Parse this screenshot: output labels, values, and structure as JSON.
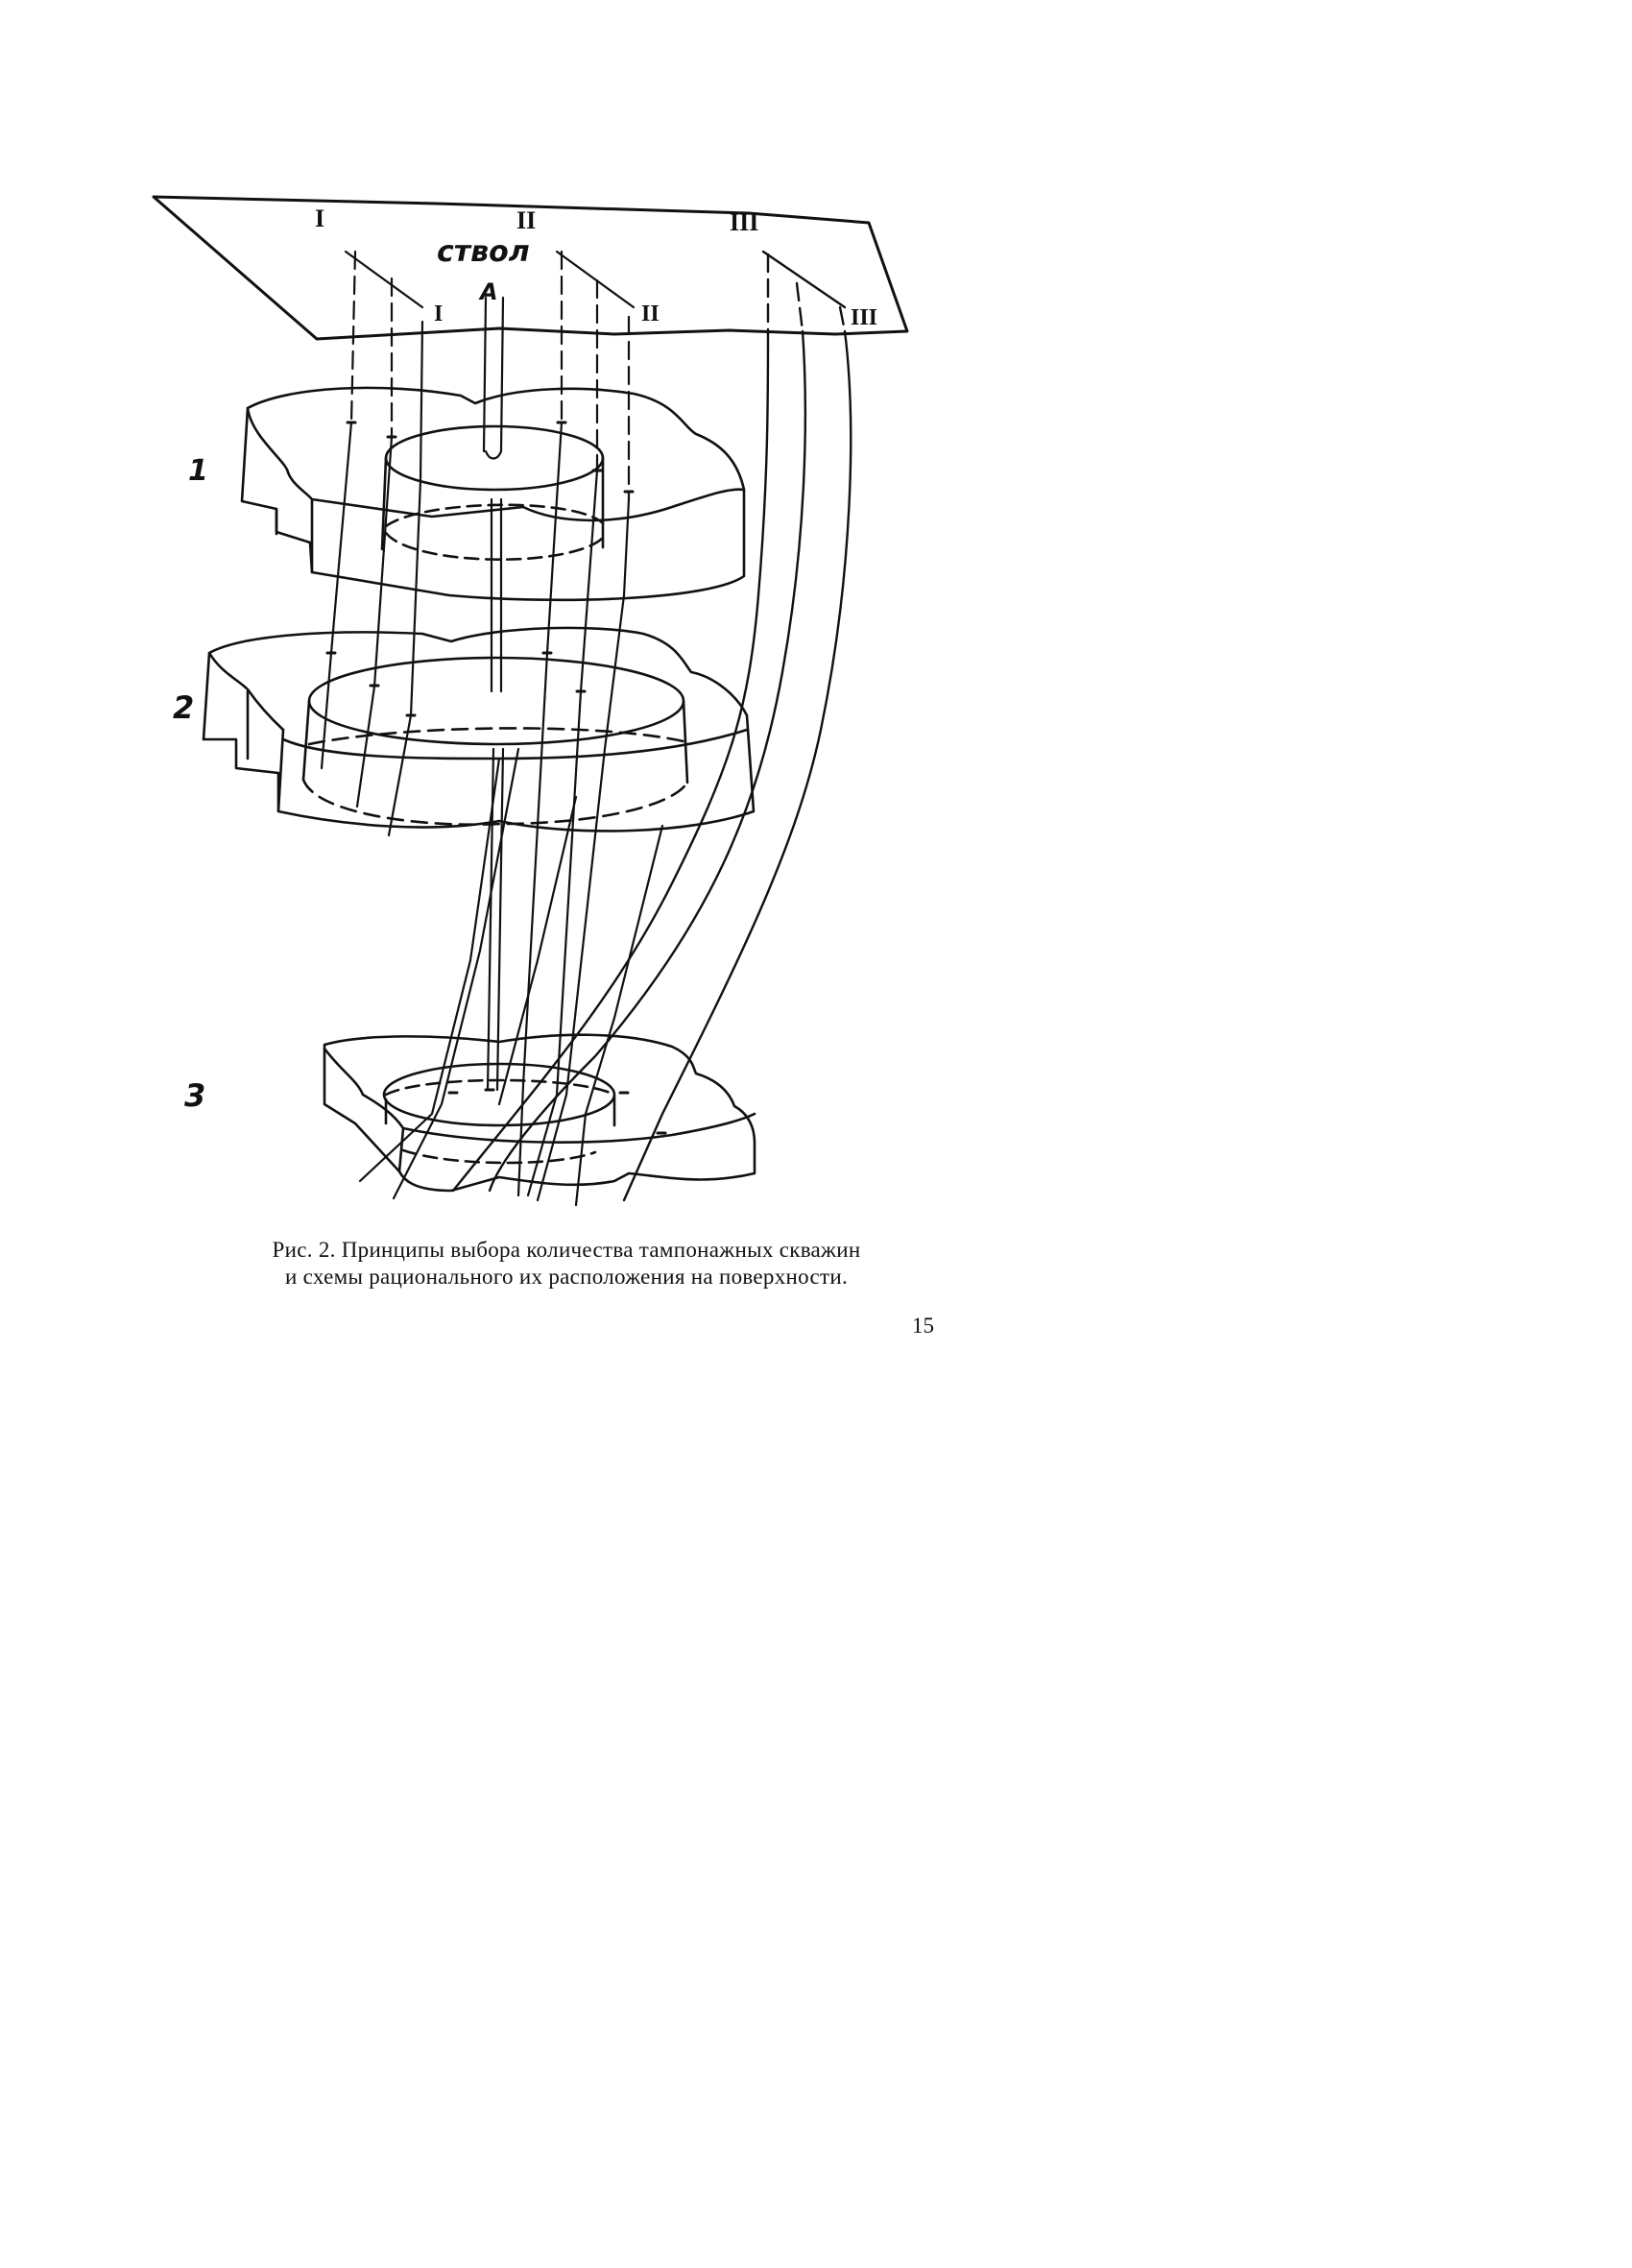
{
  "diagram": {
    "surface_labels": {
      "well_group_1": "I",
      "well_group_2": "II",
      "well_group_3": "III",
      "well_group_1_mark": "I",
      "well_group_2_mark": "II",
      "well_group_3_mark": "III",
      "shaft": "ствол",
      "shaft_marker": "A"
    },
    "layer_labels": [
      "1",
      "2",
      "3"
    ]
  },
  "caption": {
    "line1": "Рис. 2. Принципы выбора количества тампонажных скважин",
    "line2": "и схемы рационального их расположения на поверхности."
  },
  "page_number": "15"
}
